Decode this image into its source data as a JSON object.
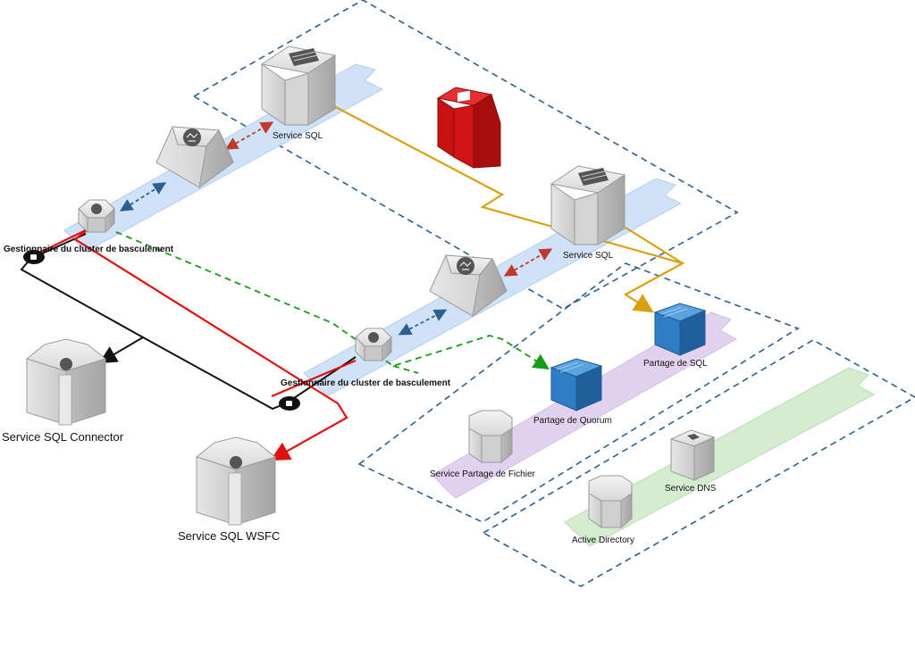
{
  "labels": {
    "sql_service_1": "Service SQL",
    "sql_service_2": "Service SQL",
    "failover_manager_1": "Gestionnaire du cluster de basculement",
    "failover_manager_2": "Gestionnaire du cluster de basculement",
    "sql_connector": "Service SQL Connector",
    "sql_wsfc": "Service SQL WSFC",
    "sql_share": "Partage de SQL",
    "quorum_share": "Partage de Quorum",
    "file_share_service": "Service Partage de Fichier",
    "dns_service": "Service DNS",
    "active_directory": "Active Directory"
  },
  "icons": {
    "server": "server-rack-icon",
    "switch": "network-switch-icon",
    "router": "router-icon",
    "storage": "storage-block-icon",
    "lock": "lock-icon",
    "file_server": "file-server-icon"
  },
  "colors": {
    "zone_border": "#2f5f8f",
    "lane_blue": "#cfe2f7",
    "lane_purple": "#e3d2ef",
    "lane_green": "#d5ecd0",
    "link_orange": "#d9a012",
    "link_red": "#e01010",
    "link_black": "#111111",
    "link_green": "#1a9a1a",
    "storage_blue": "#2f7dc4",
    "alert_red": "#d21414"
  }
}
